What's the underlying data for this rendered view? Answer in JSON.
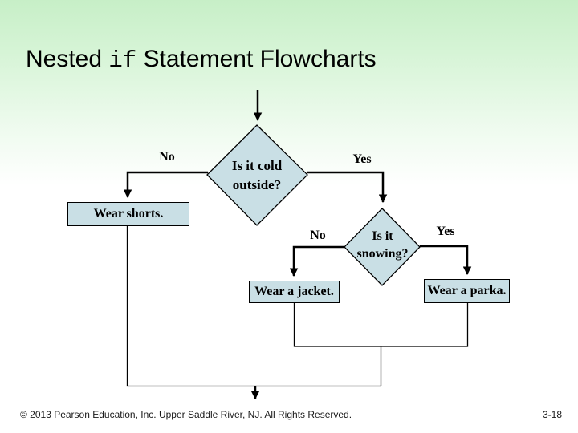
{
  "slide": {
    "title_prefix": "Nested ",
    "title_code": "if",
    "title_suffix": " Statement Flowcharts",
    "footer_copyright": "© 2013 Pearson Education, Inc. Upper Saddle River, NJ. All Rights Reserved.",
    "footer_page": "3-18"
  },
  "flowchart": {
    "decision1": {
      "line1": "Is it cold",
      "line2": "outside?",
      "no_label": "No",
      "yes_label": "Yes"
    },
    "decision2": {
      "line1": "Is it",
      "line2": "snowing?",
      "no_label": "No",
      "yes_label": "Yes"
    },
    "process_shorts": "Wear shorts.",
    "process_jacket": "Wear a jacket.",
    "process_parka": "Wear a parka.",
    "colors": {
      "shape_fill": "#c9dfe5",
      "shape_border": "#000000",
      "line_color": "#000000",
      "background_top_green": "#c7efc7",
      "background_bottom": "#ffffff"
    }
  }
}
